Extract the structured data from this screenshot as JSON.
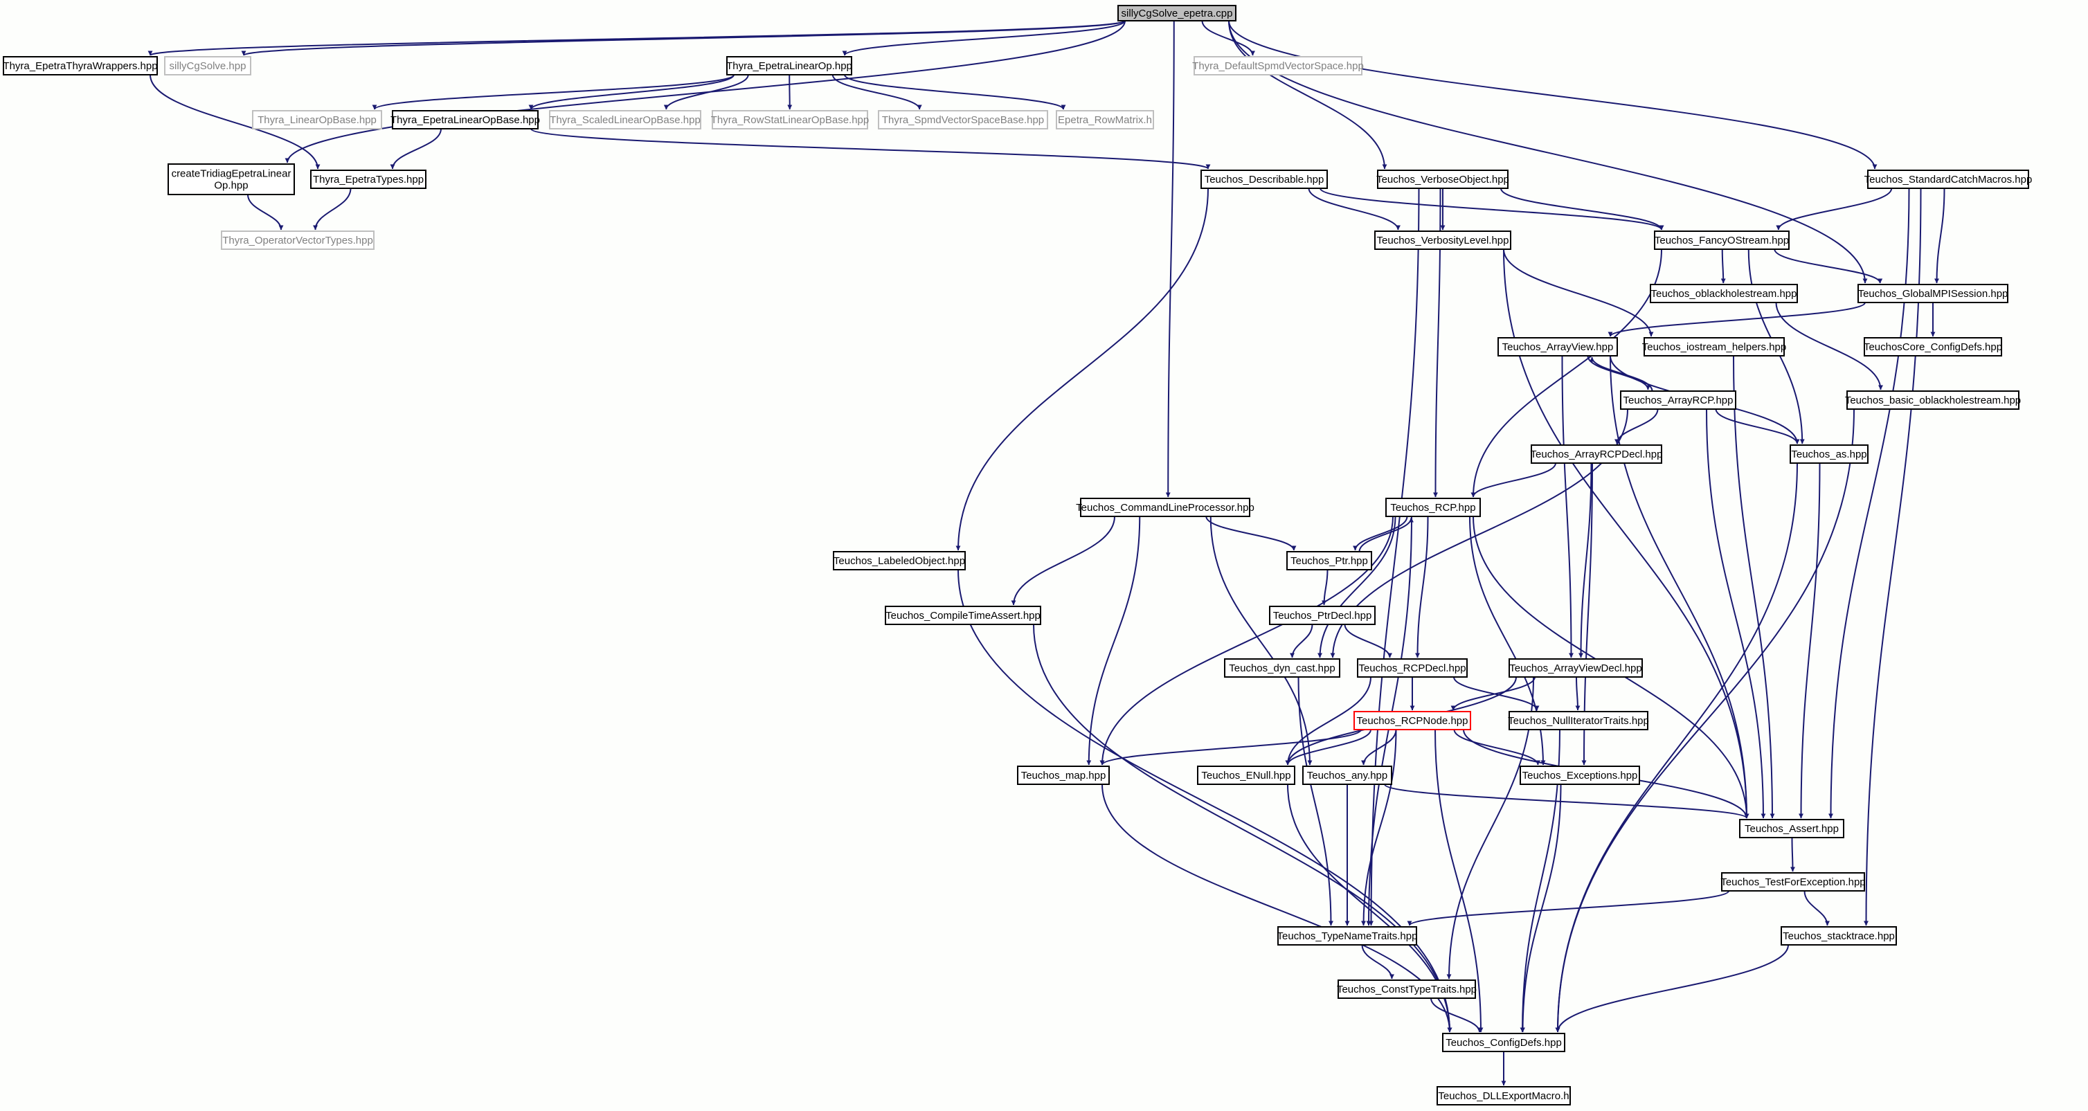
{
  "colors": {
    "background": "#fdfefc",
    "root_fill": "#bfbfbf",
    "node_fill": "#ffffff",
    "node_border": "#000000",
    "external_border": "#bfbfbf",
    "external_text": "#808080",
    "highlight_border": "#ff0000",
    "edge": "#191970",
    "text": "#000000"
  },
  "nodes": [
    {
      "id": "root",
      "label": "sillyCgSolve_epetra.cpp",
      "kind": "root"
    },
    {
      "id": "thyra_epetra_wrappers",
      "label": "Thyra_EpetraThyraWrappers.hpp",
      "kind": "normal"
    },
    {
      "id": "sillycgsolve",
      "label": "sillyCgSolve.hpp",
      "kind": "external"
    },
    {
      "id": "thyra_epetralinearop",
      "label": "Thyra_EpetraLinearOp.hpp",
      "kind": "normal"
    },
    {
      "id": "thyra_defaultspmd",
      "label": "Thyra_DefaultSpmdVectorSpace.hpp",
      "kind": "external"
    },
    {
      "id": "thyra_linearopbase",
      "label": "Thyra_LinearOpBase.hpp",
      "kind": "external"
    },
    {
      "id": "thyra_epetralinearopbase",
      "label": "Thyra_EpetraLinearOpBase.hpp",
      "kind": "normal"
    },
    {
      "id": "thyra_scaledlinearopbase",
      "label": "Thyra_ScaledLinearOpBase.hpp",
      "kind": "external"
    },
    {
      "id": "thyra_rowstatlinearopbase",
      "label": "Thyra_RowStatLinearOpBase.hpp",
      "kind": "external"
    },
    {
      "id": "thyra_spmdvectorspacebase",
      "label": "Thyra_SpmdVectorSpaceBase.hpp",
      "kind": "external"
    },
    {
      "id": "epetra_rowmatrix",
      "label": "Epetra_RowMatrix.h",
      "kind": "external"
    },
    {
      "id": "createtridiag",
      "label": "createTridiagEpetraLinear\nOp.hpp",
      "kind": "normal"
    },
    {
      "id": "thyra_epetratypes",
      "label": "Thyra_EpetraTypes.hpp",
      "kind": "normal"
    },
    {
      "id": "thyra_operatorvectortypes",
      "label": "Thyra_OperatorVectorTypes.hpp",
      "kind": "external"
    },
    {
      "id": "teuchos_describable",
      "label": "Teuchos_Describable.hpp",
      "kind": "normal"
    },
    {
      "id": "teuchos_verboseobject",
      "label": "Teuchos_VerboseObject.hpp",
      "kind": "normal"
    },
    {
      "id": "teuchos_standardcatchmacros",
      "label": "Teuchos_StandardCatchMacros.hpp",
      "kind": "normal"
    },
    {
      "id": "teuchos_verbositylevel",
      "label": "Teuchos_VerbosityLevel.hpp",
      "kind": "normal"
    },
    {
      "id": "teuchos_fancyostream",
      "label": "Teuchos_FancyOStream.hpp",
      "kind": "normal"
    },
    {
      "id": "teuchos_oblackholestream",
      "label": "Teuchos_oblackholestream.hpp",
      "kind": "normal"
    },
    {
      "id": "teuchos_globalmpisession",
      "label": "Teuchos_GlobalMPISession.hpp",
      "kind": "normal"
    },
    {
      "id": "teuchos_arrayview",
      "label": "Teuchos_ArrayView.hpp",
      "kind": "normal"
    },
    {
      "id": "teuchos_iostream_helpers",
      "label": "Teuchos_iostream_helpers.hpp",
      "kind": "normal"
    },
    {
      "id": "teuchoscore_configdefs",
      "label": "TeuchosCore_ConfigDefs.hpp",
      "kind": "normal"
    },
    {
      "id": "teuchos_arrayrcp",
      "label": "Teuchos_ArrayRCP.hpp",
      "kind": "normal"
    },
    {
      "id": "teuchos_basic_oblackholestream",
      "label": "Teuchos_basic_oblackholestream.hpp",
      "kind": "normal"
    },
    {
      "id": "teuchos_arrayrcpdecl",
      "label": "Teuchos_ArrayRCPDecl.hpp",
      "kind": "normal"
    },
    {
      "id": "teuchos_as",
      "label": "Teuchos_as.hpp",
      "kind": "normal"
    },
    {
      "id": "teuchos_commandlineprocessor",
      "label": "Teuchos_CommandLineProcessor.hpp",
      "kind": "normal"
    },
    {
      "id": "teuchos_rcp",
      "label": "Teuchos_RCP.hpp",
      "kind": "normal"
    },
    {
      "id": "teuchos_labeledobject",
      "label": "Teuchos_LabeledObject.hpp",
      "kind": "normal"
    },
    {
      "id": "teuchos_ptr",
      "label": "Teuchos_Ptr.hpp",
      "kind": "normal"
    },
    {
      "id": "teuchos_compiletimeassert",
      "label": "Teuchos_CompileTimeAssert.hpp",
      "kind": "normal"
    },
    {
      "id": "teuchos_ptrdecl",
      "label": "Teuchos_PtrDecl.hpp",
      "kind": "normal"
    },
    {
      "id": "teuchos_dyn_cast",
      "label": "Teuchos_dyn_cast.hpp",
      "kind": "normal"
    },
    {
      "id": "teuchos_rcpdecl",
      "label": "Teuchos_RCPDecl.hpp",
      "kind": "normal"
    },
    {
      "id": "teuchos_arrayviewdecl",
      "label": "Teuchos_ArrayViewDecl.hpp",
      "kind": "normal"
    },
    {
      "id": "teuchos_rcpnode",
      "label": "Teuchos_RCPNode.hpp",
      "kind": "highlight"
    },
    {
      "id": "teuchos_nulliteratortraits",
      "label": "Teuchos_NullIteratorTraits.hpp",
      "kind": "normal"
    },
    {
      "id": "teuchos_map",
      "label": "Teuchos_map.hpp",
      "kind": "normal"
    },
    {
      "id": "teuchos_enull",
      "label": "Teuchos_ENull.hpp",
      "kind": "normal"
    },
    {
      "id": "teuchos_any",
      "label": "Teuchos_any.hpp",
      "kind": "normal"
    },
    {
      "id": "teuchos_exceptions",
      "label": "Teuchos_Exceptions.hpp",
      "kind": "normal"
    },
    {
      "id": "teuchos_assert",
      "label": "Teuchos_Assert.hpp",
      "kind": "normal"
    },
    {
      "id": "teuchos_testforexception",
      "label": "Teuchos_TestForException.hpp",
      "kind": "normal"
    },
    {
      "id": "teuchos_typenametraits",
      "label": "Teuchos_TypeNameTraits.hpp",
      "kind": "normal"
    },
    {
      "id": "teuchos_stacktrace",
      "label": "Teuchos_stacktrace.hpp",
      "kind": "normal"
    },
    {
      "id": "teuchos_consttypetraits",
      "label": "Teuchos_ConstTypeTraits.hpp",
      "kind": "normal"
    },
    {
      "id": "teuchos_configdefs",
      "label": "Teuchos_ConfigDefs.hpp",
      "kind": "normal"
    },
    {
      "id": "teuchos_dllexportmacro",
      "label": "Teuchos_DLLExportMacro.h",
      "kind": "normal"
    }
  ],
  "edges": [
    [
      "root",
      "thyra_epetra_wrappers"
    ],
    [
      "root",
      "sillycgsolve"
    ],
    [
      "root",
      "thyra_epetralinearop"
    ],
    [
      "root",
      "thyra_defaultspmd"
    ],
    [
      "root",
      "createtridiag"
    ],
    [
      "root",
      "teuchos_commandlineprocessor"
    ],
    [
      "root",
      "teuchos_verboseobject"
    ],
    [
      "root",
      "teuchos_globalmpisession"
    ],
    [
      "root",
      "teuchos_standardcatchmacros"
    ],
    [
      "thyra_epetra_wrappers",
      "thyra_epetratypes"
    ],
    [
      "thyra_epetralinearop",
      "thyra_linearopbase"
    ],
    [
      "thyra_epetralinearop",
      "thyra_epetralinearopbase"
    ],
    [
      "thyra_epetralinearop",
      "thyra_scaledlinearopbase"
    ],
    [
      "thyra_epetralinearop",
      "thyra_rowstatlinearopbase"
    ],
    [
      "thyra_epetralinearop",
      "thyra_spmdvectorspacebase"
    ],
    [
      "thyra_epetralinearop",
      "epetra_rowmatrix"
    ],
    [
      "thyra_epetralinearopbase",
      "thyra_epetratypes"
    ],
    [
      "thyra_epetralinearopbase",
      "teuchos_describable"
    ],
    [
      "createtridiag",
      "thyra_operatorvectortypes"
    ],
    [
      "thyra_epetratypes",
      "thyra_operatorvectortypes"
    ],
    [
      "teuchos_describable",
      "teuchos_verbositylevel"
    ],
    [
      "teuchos_describable",
      "teuchos_fancyostream"
    ],
    [
      "teuchos_describable",
      "teuchos_labeledobject"
    ],
    [
      "teuchos_verboseobject",
      "teuchos_verbositylevel"
    ],
    [
      "teuchos_verboseobject",
      "teuchos_fancyostream"
    ],
    [
      "teuchos_verboseobject",
      "teuchos_rcp"
    ],
    [
      "teuchos_verboseobject",
      "teuchos_typenametraits"
    ],
    [
      "teuchos_standardcatchmacros",
      "teuchos_fancyostream"
    ],
    [
      "teuchos_standardcatchmacros",
      "teuchos_globalmpisession"
    ],
    [
      "teuchos_standardcatchmacros",
      "teuchos_assert"
    ],
    [
      "teuchos_standardcatchmacros",
      "teuchos_stacktrace"
    ],
    [
      "teuchos_verbositylevel",
      "teuchos_iostream_helpers"
    ],
    [
      "teuchos_verbositylevel",
      "teuchos_assert"
    ],
    [
      "teuchos_fancyostream",
      "teuchos_oblackholestream"
    ],
    [
      "teuchos_fancyostream",
      "teuchos_globalmpisession"
    ],
    [
      "teuchos_fancyostream",
      "teuchos_rcp"
    ],
    [
      "teuchos_fancyostream",
      "teuchos_as"
    ],
    [
      "teuchos_oblackholestream",
      "teuchos_basic_oblackholestream"
    ],
    [
      "teuchos_globalmpisession",
      "teuchos_arrayview"
    ],
    [
      "teuchos_globalmpisession",
      "teuchoscore_configdefs"
    ],
    [
      "teuchos_arrayview",
      "teuchos_arrayrcp"
    ],
    [
      "teuchos_arrayview",
      "teuchos_as"
    ],
    [
      "teuchos_arrayview",
      "teuchos_arrayviewdecl"
    ],
    [
      "teuchos_arrayview",
      "teuchos_assert"
    ],
    [
      "teuchos_iostream_helpers",
      "teuchos_assert"
    ],
    [
      "teuchos_arrayrcp",
      "teuchos_arrayview"
    ],
    [
      "teuchos_arrayrcp",
      "teuchos_arrayrcpdecl"
    ],
    [
      "teuchos_arrayrcp",
      "teuchos_as"
    ],
    [
      "teuchos_arrayrcp",
      "teuchos_dyn_cast"
    ],
    [
      "teuchos_arrayrcp",
      "teuchos_assert"
    ],
    [
      "teuchos_basic_oblackholestream",
      "teuchos_configdefs"
    ],
    [
      "teuchos_arrayrcpdecl",
      "teuchos_rcp"
    ],
    [
      "teuchos_arrayrcpdecl",
      "teuchos_arrayviewdecl"
    ],
    [
      "teuchos_arrayrcpdecl",
      "teuchos_exceptions"
    ],
    [
      "teuchos_as",
      "teuchos_assert"
    ],
    [
      "teuchos_as",
      "teuchos_configdefs"
    ],
    [
      "teuchos_commandlineprocessor",
      "teuchos_ptr"
    ],
    [
      "teuchos_commandlineprocessor",
      "teuchos_compiletimeassert"
    ],
    [
      "teuchos_commandlineprocessor",
      "teuchos_map"
    ],
    [
      "teuchos_commandlineprocessor",
      "teuchos_any"
    ],
    [
      "teuchos_rcp",
      "teuchos_ptr"
    ],
    [
      "teuchos_rcp",
      "teuchos_rcpdecl"
    ],
    [
      "teuchos_rcp",
      "teuchos_dyn_cast"
    ],
    [
      "teuchos_rcp",
      "teuchos_map"
    ],
    [
      "teuchos_rcp",
      "teuchos_exceptions"
    ],
    [
      "teuchos_rcp",
      "teuchos_assert"
    ],
    [
      "teuchos_rcp",
      "teuchos_typenametraits"
    ],
    [
      "teuchos_labeledobject",
      "teuchos_configdefs"
    ],
    [
      "teuchos_ptr",
      "teuchos_rcp"
    ],
    [
      "teuchos_ptr",
      "teuchos_ptrdecl"
    ],
    [
      "teuchos_compiletimeassert",
      "teuchos_configdefs"
    ],
    [
      "teuchos_ptrdecl",
      "teuchos_dyn_cast"
    ],
    [
      "teuchos_ptrdecl",
      "teuchos_rcpdecl"
    ],
    [
      "teuchos_dyn_cast",
      "teuchos_typenametraits"
    ],
    [
      "teuchos_rcpdecl",
      "teuchos_rcpnode"
    ],
    [
      "teuchos_rcpdecl",
      "teuchos_enull"
    ],
    [
      "teuchos_rcpdecl",
      "teuchos_nulliteratortraits"
    ],
    [
      "teuchos_arrayviewdecl",
      "teuchos_rcpnode"
    ],
    [
      "teuchos_arrayviewdecl",
      "teuchos_enull"
    ],
    [
      "teuchos_arrayviewdecl",
      "teuchos_nulliteratortraits"
    ],
    [
      "teuchos_arrayviewdecl",
      "teuchos_consttypetraits"
    ],
    [
      "teuchos_rcpnode",
      "teuchos_map"
    ],
    [
      "teuchos_rcpnode",
      "teuchos_enull"
    ],
    [
      "teuchos_rcpnode",
      "teuchos_any"
    ],
    [
      "teuchos_rcpnode",
      "teuchos_exceptions"
    ],
    [
      "teuchos_rcpnode",
      "teuchos_assert"
    ],
    [
      "teuchos_rcpnode",
      "teuchos_typenametraits"
    ],
    [
      "teuchos_rcpnode",
      "teuchos_configdefs"
    ],
    [
      "teuchos_nulliteratortraits",
      "teuchos_configdefs"
    ],
    [
      "teuchos_map",
      "teuchos_configdefs"
    ],
    [
      "teuchos_enull",
      "teuchos_configdefs"
    ],
    [
      "teuchos_any",
      "teuchos_assert"
    ],
    [
      "teuchos_any",
      "teuchos_typenametraits"
    ],
    [
      "teuchos_exceptions",
      "teuchos_configdefs"
    ],
    [
      "teuchos_assert",
      "teuchos_testforexception"
    ],
    [
      "teuchos_testforexception",
      "teuchos_typenametraits"
    ],
    [
      "teuchos_testforexception",
      "teuchos_stacktrace"
    ],
    [
      "teuchos_typenametraits",
      "teuchos_consttypetraits"
    ],
    [
      "teuchos_stacktrace",
      "teuchos_configdefs"
    ],
    [
      "teuchos_consttypetraits",
      "teuchos_configdefs"
    ],
    [
      "teuchos_configdefs",
      "teuchos_dllexportmacro"
    ]
  ]
}
